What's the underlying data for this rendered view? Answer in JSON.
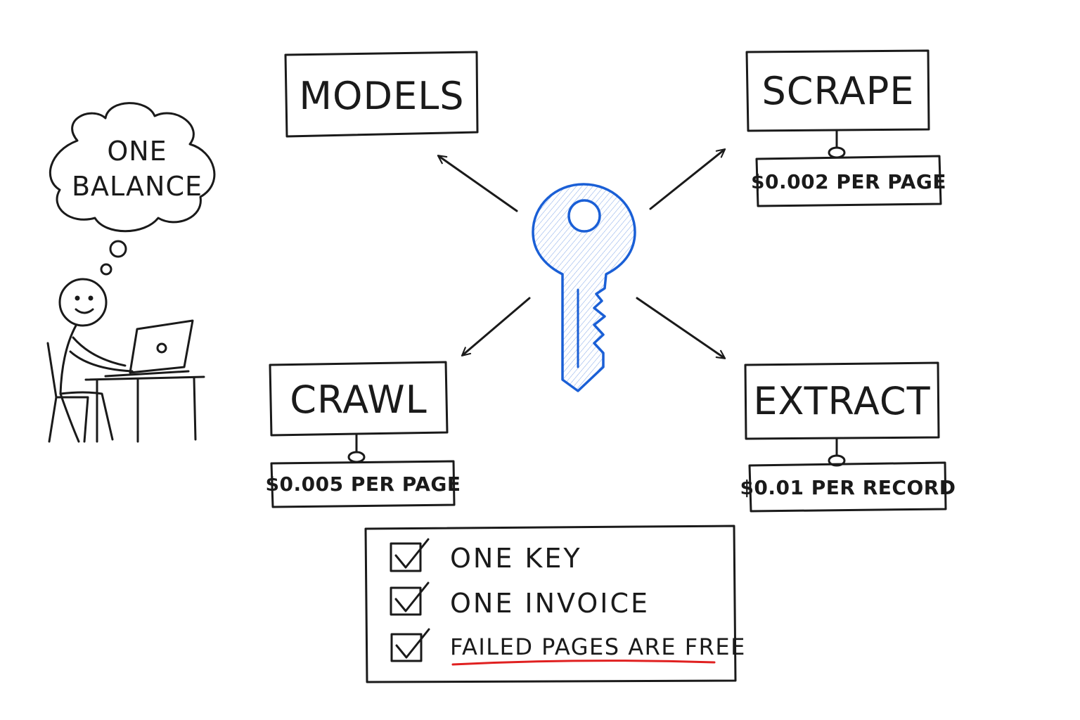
{
  "thought_bubble": {
    "line1": "ONE",
    "line2": "BALANCE"
  },
  "center": {
    "icon": "key-icon",
    "color": "#1a5fd6"
  },
  "products": {
    "models": {
      "label": "MODELS"
    },
    "scrape": {
      "label": "SCRAPE",
      "price": "$0.002 PER PAGE"
    },
    "crawl": {
      "label": "CRAWL",
      "price": "$0.005 PER PAGE"
    },
    "extract": {
      "label": "EXTRACT",
      "price": "$0.01 PER RECORD"
    }
  },
  "checklist": {
    "items": [
      {
        "label": "ONE KEY",
        "checked": true
      },
      {
        "label": "ONE INVOICE",
        "checked": true
      },
      {
        "label": "FAILED PAGES ARE FREE",
        "checked": true,
        "underline_color": "#e02020"
      }
    ]
  },
  "colors": {
    "ink": "#1a1a1a",
    "accent": "#1a5fd6",
    "highlight": "#e02020"
  }
}
